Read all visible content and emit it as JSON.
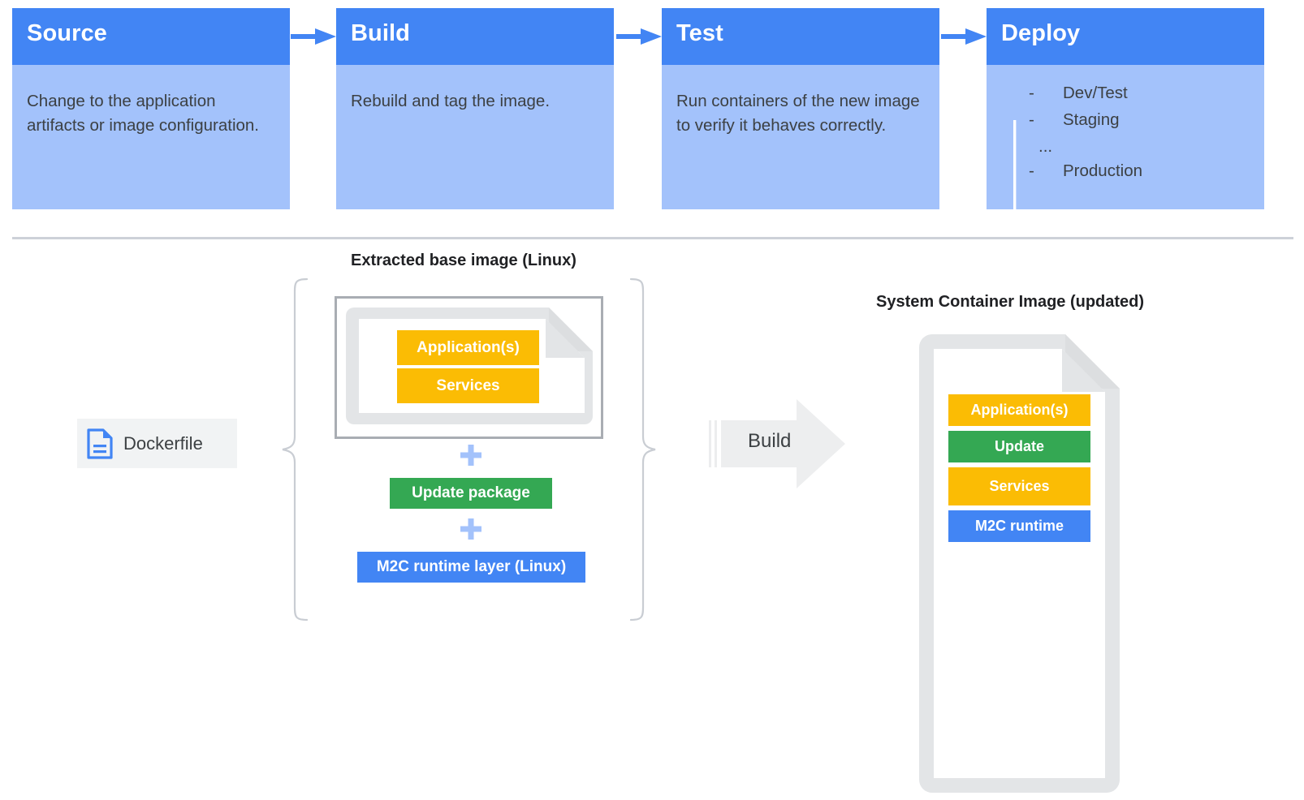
{
  "pipeline": {
    "stages": [
      {
        "title": "Source",
        "text": "Change to the application artifacts or image configuration."
      },
      {
        "title": "Build",
        "text": "Rebuild and tag the image."
      },
      {
        "title": "Test",
        "text": "Run containers of the new image to verify it behaves correctly."
      },
      {
        "title": "Deploy",
        "text": ""
      }
    ],
    "deploy_items": [
      {
        "dash": "-",
        "label": "Dev/Test"
      },
      {
        "dash": "-",
        "label": "Staging"
      },
      {
        "dash": "...",
        "label": ""
      },
      {
        "dash": "-",
        "label": "Production"
      }
    ],
    "connector_icon": "arrow-right-icon",
    "deploy_arrow_icon": "arrow-down-icon"
  },
  "bottom": {
    "base_image_caption": "Extracted base image (Linux)",
    "system_image_caption": "System Container Image (updated)",
    "dockerfile": {
      "label": "Dockerfile",
      "icon": "document-icon"
    },
    "base_doc_layers": [
      {
        "label": "Application(s)",
        "color": "#FBBC04"
      },
      {
        "label": "Services",
        "color": "#FBBC04"
      }
    ],
    "stack_items": [
      {
        "label": "Update package",
        "color": "#34A853"
      },
      {
        "label": "M2C runtime layer (Linux)",
        "color": "#4285F4"
      }
    ],
    "plus_icon": "plus-icon",
    "build": {
      "label": "Build",
      "icon": "block-arrow-right-icon"
    },
    "system_doc_layers": [
      {
        "label": "Application(s)",
        "color": "#FBBC04"
      },
      {
        "label": "Update",
        "color": "#34A853"
      },
      {
        "label": "Services",
        "color": "#FBBC04"
      },
      {
        "label": "M2C runtime",
        "color": "#4285F4"
      }
    ]
  },
  "colors": {
    "header_blue": "#4285F4",
    "body_blue": "#A3C2FB",
    "yellow": "#FBBC04",
    "green": "#34A853",
    "blue": "#4285F4",
    "gray_border": "#E0E0E0",
    "divider": "#CDD1D8"
  }
}
